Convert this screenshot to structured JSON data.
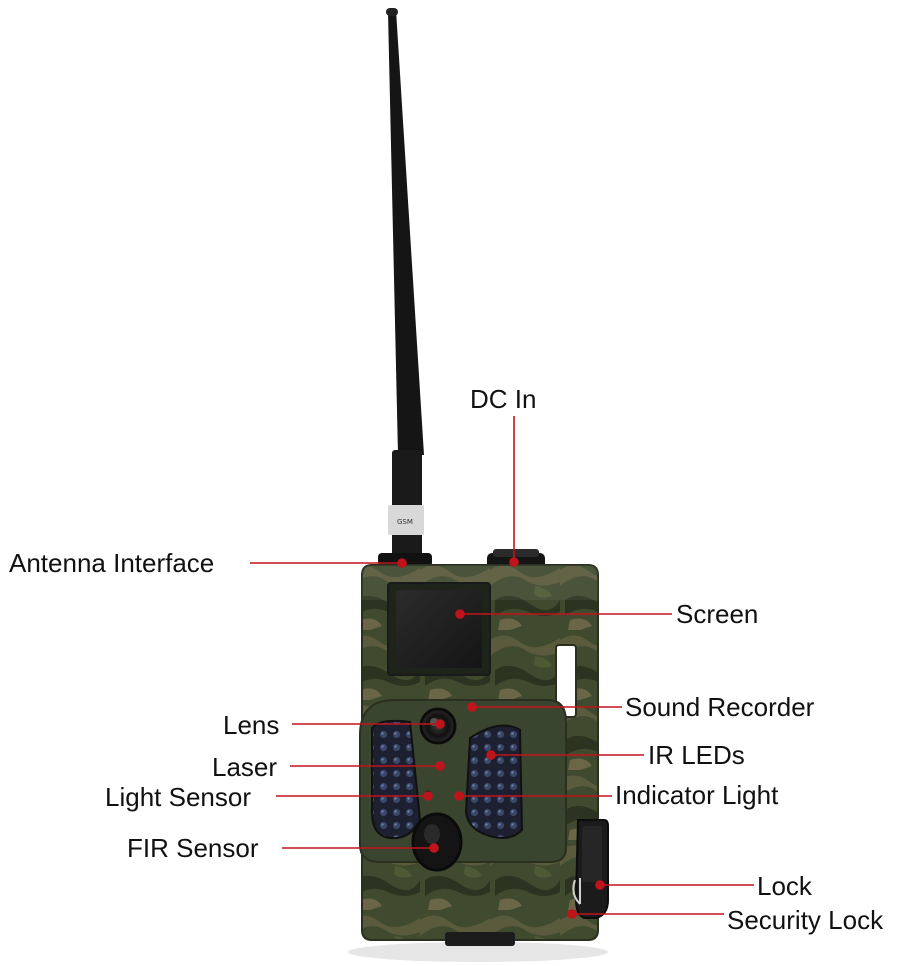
{
  "colors": {
    "leader_line": "#c0141c",
    "camo_base": "#3f4a2e",
    "antenna": "#151515",
    "background": "#ffffff"
  },
  "antenna_tag": "GSM",
  "callouts": [
    {
      "id": "dc-in",
      "text": "DC In"
    },
    {
      "id": "antenna-interface",
      "text": "Antenna Interface"
    },
    {
      "id": "screen",
      "text": "Screen"
    },
    {
      "id": "sound-recorder",
      "text": "Sound Recorder"
    },
    {
      "id": "lens",
      "text": "Lens"
    },
    {
      "id": "ir-leds",
      "text": "IR LEDs"
    },
    {
      "id": "laser",
      "text": "Laser"
    },
    {
      "id": "light-sensor",
      "text": "Light Sensor"
    },
    {
      "id": "indicator-light",
      "text": "Indicator Light"
    },
    {
      "id": "fir-sensor",
      "text": "FIR Sensor"
    },
    {
      "id": "lock",
      "text": "Lock"
    },
    {
      "id": "security-lock",
      "text": "Security Lock"
    }
  ]
}
